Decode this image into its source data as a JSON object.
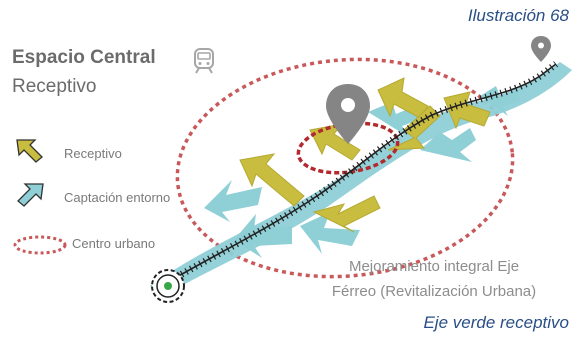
{
  "captions": {
    "top": "Ilustración 68",
    "bottom": "Eje verde receptivo"
  },
  "header": {
    "title": "Espacio Central",
    "subtitle": "Receptivo"
  },
  "legend": {
    "receptivo": "Receptivo",
    "captacion": "Captación entorno",
    "centro": "Centro urbano"
  },
  "description": {
    "line1": "Mejoramiento integral Eje",
    "line2": "Férreo (Revitalización Urbana)"
  },
  "colors": {
    "receptivo": "#c9bd3f",
    "captacion": "#8fcfd6",
    "centro": "#c0393b",
    "pin": "#858585",
    "rail": "#222222"
  },
  "icons": [
    "train-icon",
    "location-pin-icon",
    "green-dot-icon"
  ]
}
